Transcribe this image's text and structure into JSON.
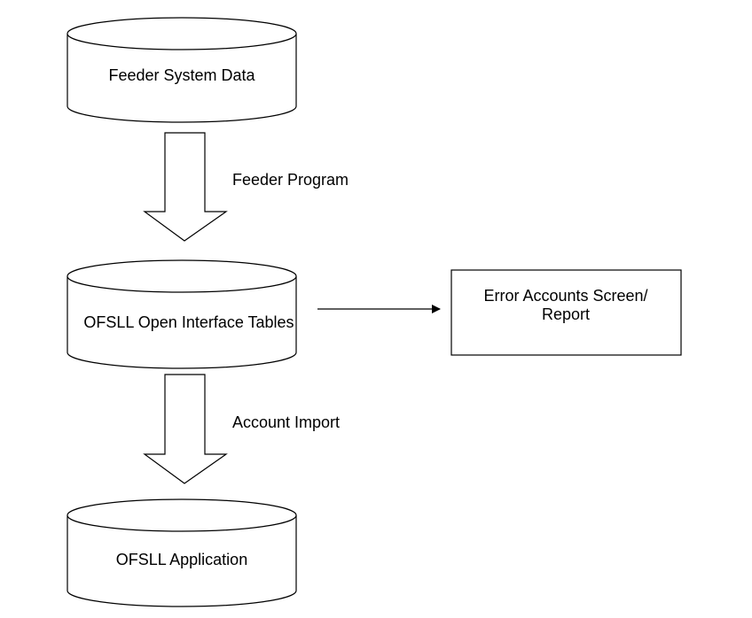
{
  "nodes": {
    "feeder_system_data": {
      "label": "Feeder System Data"
    },
    "open_interface_tables": {
      "label": "OFSLL Open Interface Tables"
    },
    "ofsll_application": {
      "label": "OFSLL Application"
    },
    "error_accounts": {
      "line1": "Error Accounts Screen/",
      "line2": "Report"
    }
  },
  "edges": {
    "feeder_program": {
      "label": "Feeder Program"
    },
    "account_import": {
      "label": "Account Import"
    }
  },
  "colors": {
    "stroke": "#000000",
    "fill": "#ffffff",
    "text": "#000000"
  }
}
